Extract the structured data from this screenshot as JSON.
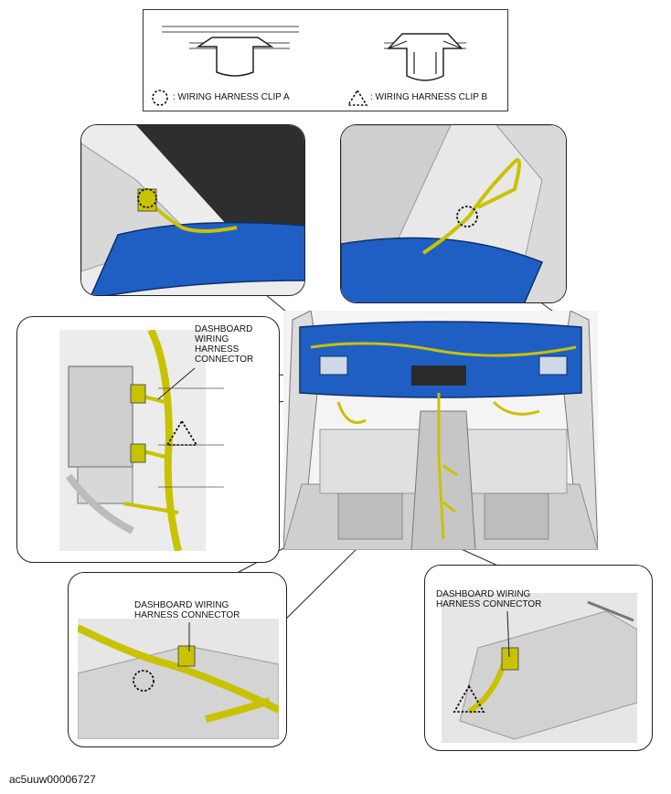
{
  "legend": {
    "clip_a_label": ": WIRING HARNESS CLIP A",
    "clip_b_label": ": WIRING HARNESS CLIP B"
  },
  "callouts": {
    "left_detail": [
      "DASHBOARD",
      "WIRING",
      "HARNESS",
      "CONNECTOR"
    ],
    "bottom_left": [
      "DASHBOARD WIRING",
      "HARNESS CONNECTOR"
    ],
    "bottom_right": [
      "DASHBOARD WIRING",
      "HARNESS CONNECTOR"
    ]
  },
  "caption": "ac5uuw00006727",
  "colors": {
    "harness": "#c8c200",
    "dashboard": "#1f5fc4",
    "outline": "#222222"
  }
}
